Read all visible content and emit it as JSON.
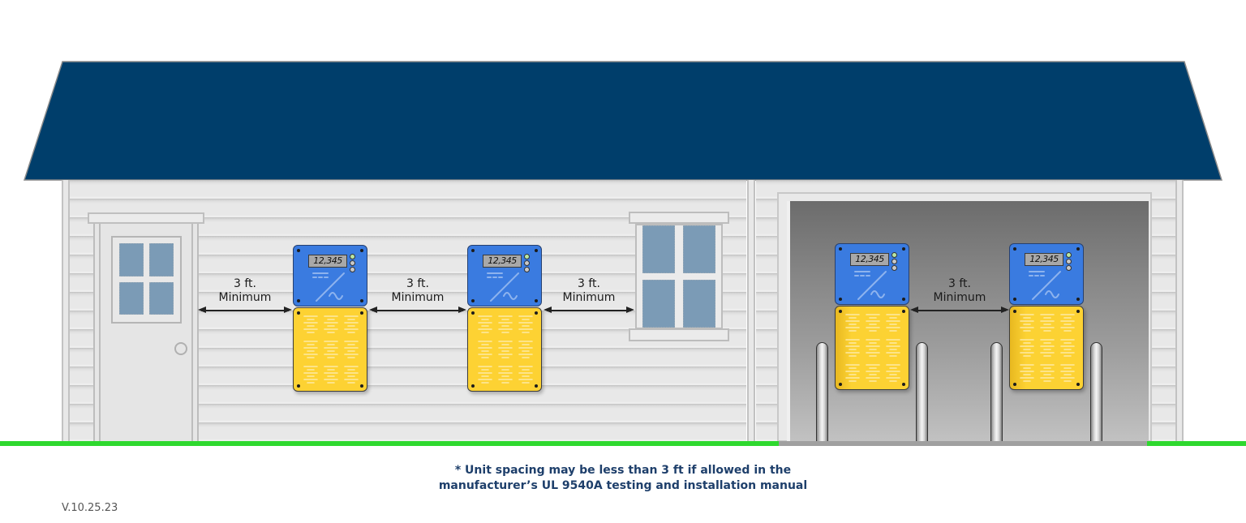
{
  "colors": {
    "roof": "#003e6b",
    "inverter": "#3a7be0",
    "battery": "#fdd233",
    "ground": "#2ed82e",
    "window_glass": "#7b9bb6",
    "note_text": "#1e3f6b"
  },
  "units": [
    {
      "id": "unit-1",
      "location": "exterior-wall",
      "display_value": "12,345"
    },
    {
      "id": "unit-2",
      "location": "exterior-wall",
      "display_value": "12,345"
    },
    {
      "id": "unit-3",
      "location": "garage",
      "display_value": "12,345"
    },
    {
      "id": "unit-4",
      "location": "garage",
      "display_value": "12,345"
    }
  ],
  "measurements": [
    {
      "line1": "3 ft.",
      "line2": "Minimum",
      "between": "door and unit 1"
    },
    {
      "line1": "3 ft.",
      "line2": "Minimum",
      "between": "unit 1 and unit 2"
    },
    {
      "line1": "3 ft.",
      "line2": "Minimum",
      "between": "unit 2 and window"
    },
    {
      "line1": "3 ft.",
      "line2": "Minimum",
      "between": "unit 3 and unit 4"
    }
  ],
  "footnote": {
    "line1": "* Unit spacing may be less than 3 ft if allowed in the",
    "line2": "manufacturer’s UL 9540A testing and installation manual"
  },
  "version": "V.10.25.23"
}
